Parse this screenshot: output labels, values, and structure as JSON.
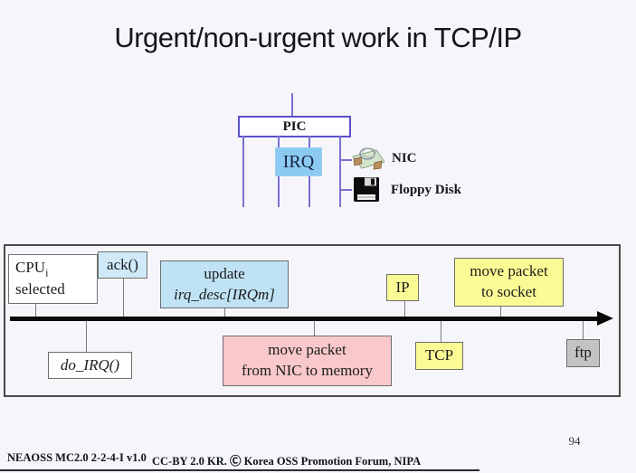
{
  "slide": {
    "title": "Urgent/non-urgent work in TCP/IP",
    "page_number": "94"
  },
  "interrupt_diagram": {
    "pic_label": "PIC",
    "irq_label": "IRQ",
    "devices": {
      "nic": {
        "label": "NIC",
        "icon": "network-card-icon"
      },
      "floppy": {
        "label": "Floppy Disk",
        "icon": "floppy-disk-icon"
      }
    }
  },
  "timeline_diagram": {
    "cpu": {
      "line1_main": "CPU",
      "line1_sub": "i",
      "line2": "selected"
    },
    "ack": {
      "label": "ack()"
    },
    "update": {
      "line1": "update",
      "line2": "irq_desc[IRQm]"
    },
    "ip": {
      "label": "IP"
    },
    "move_to_socket": {
      "line1": "move packet",
      "line2": "to socket"
    },
    "do_irq": {
      "label": "do_IRQ()"
    },
    "move_from_nic": {
      "line1": "move packet",
      "line2": "from NIC to memory"
    },
    "tcp": {
      "label": "TCP"
    },
    "ftp": {
      "label": "ftp"
    }
  },
  "footer": {
    "left": "NEAOSS MC2.0 2-2-4-I v1.0",
    "center": "CC-BY 2.0 KR. Ⓒ Korea OSS Promotion Forum, NIPA"
  },
  "colors": {
    "background": "#f6f6fa",
    "interrupt_line_purple": "#7a70d0",
    "pic_border_purple": "#5b51c9",
    "irq_blue": "#8ccaf2",
    "pale_blue": "#cfe9f8",
    "update_blue": "#bfe2f4",
    "yellow": "#fbfb96",
    "pink": "#f9c8ca",
    "ftp_gray": "#c3c3c3",
    "timeline_black": "#0a0a0a"
  }
}
